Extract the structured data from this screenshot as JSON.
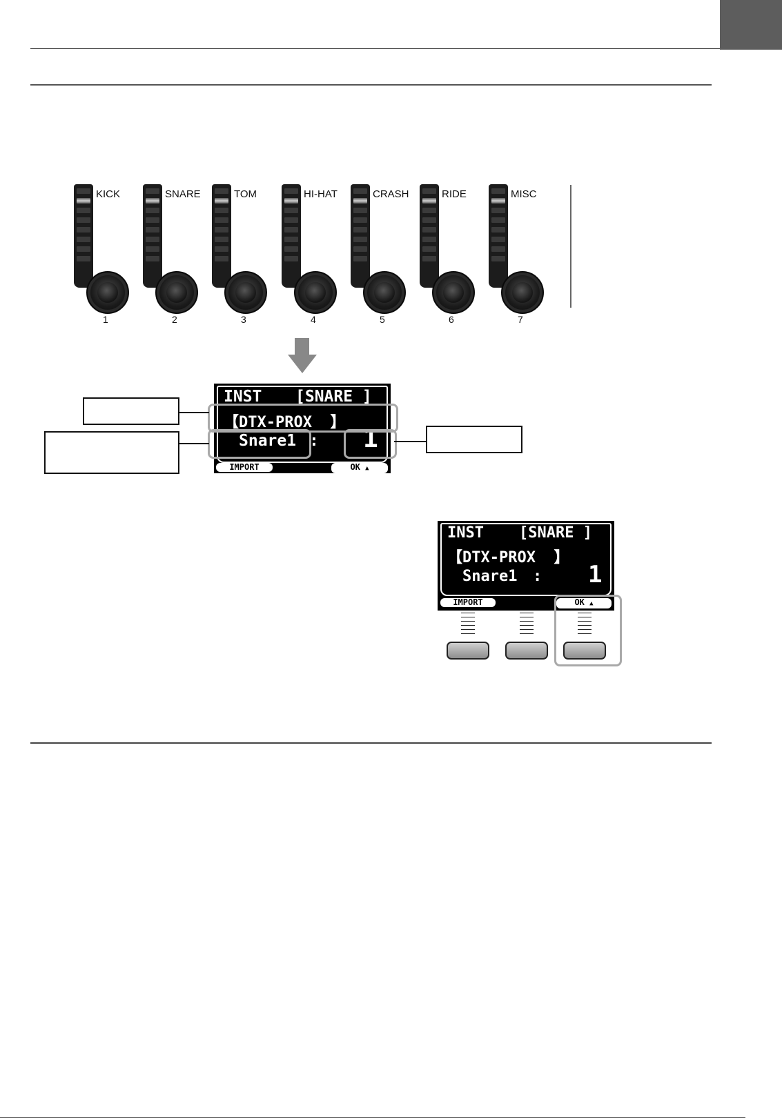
{
  "knobs": [
    {
      "label": "KICK",
      "number": "1"
    },
    {
      "label": "SNARE",
      "number": "2"
    },
    {
      "label": "TOM",
      "number": "3"
    },
    {
      "label": "HI-HAT",
      "number": "4"
    },
    {
      "label": "CRASH",
      "number": "5"
    },
    {
      "label": "RIDE",
      "number": "6"
    },
    {
      "label": "MISC",
      "number": "7"
    }
  ],
  "display": {
    "mode": "INST",
    "category": "[SNARE ]",
    "kit": "【DTX-PROX  】",
    "voice": "Snare1",
    "separator": ":",
    "value": "1",
    "softkey_left": "IMPORT",
    "softkey_right": "OK",
    "softkey_right_icon": "up-triangle-icon"
  },
  "colors": {
    "lcd_background": "#000000",
    "highlight": "#a9a9a9",
    "page_tab": "#5d5d5d"
  }
}
